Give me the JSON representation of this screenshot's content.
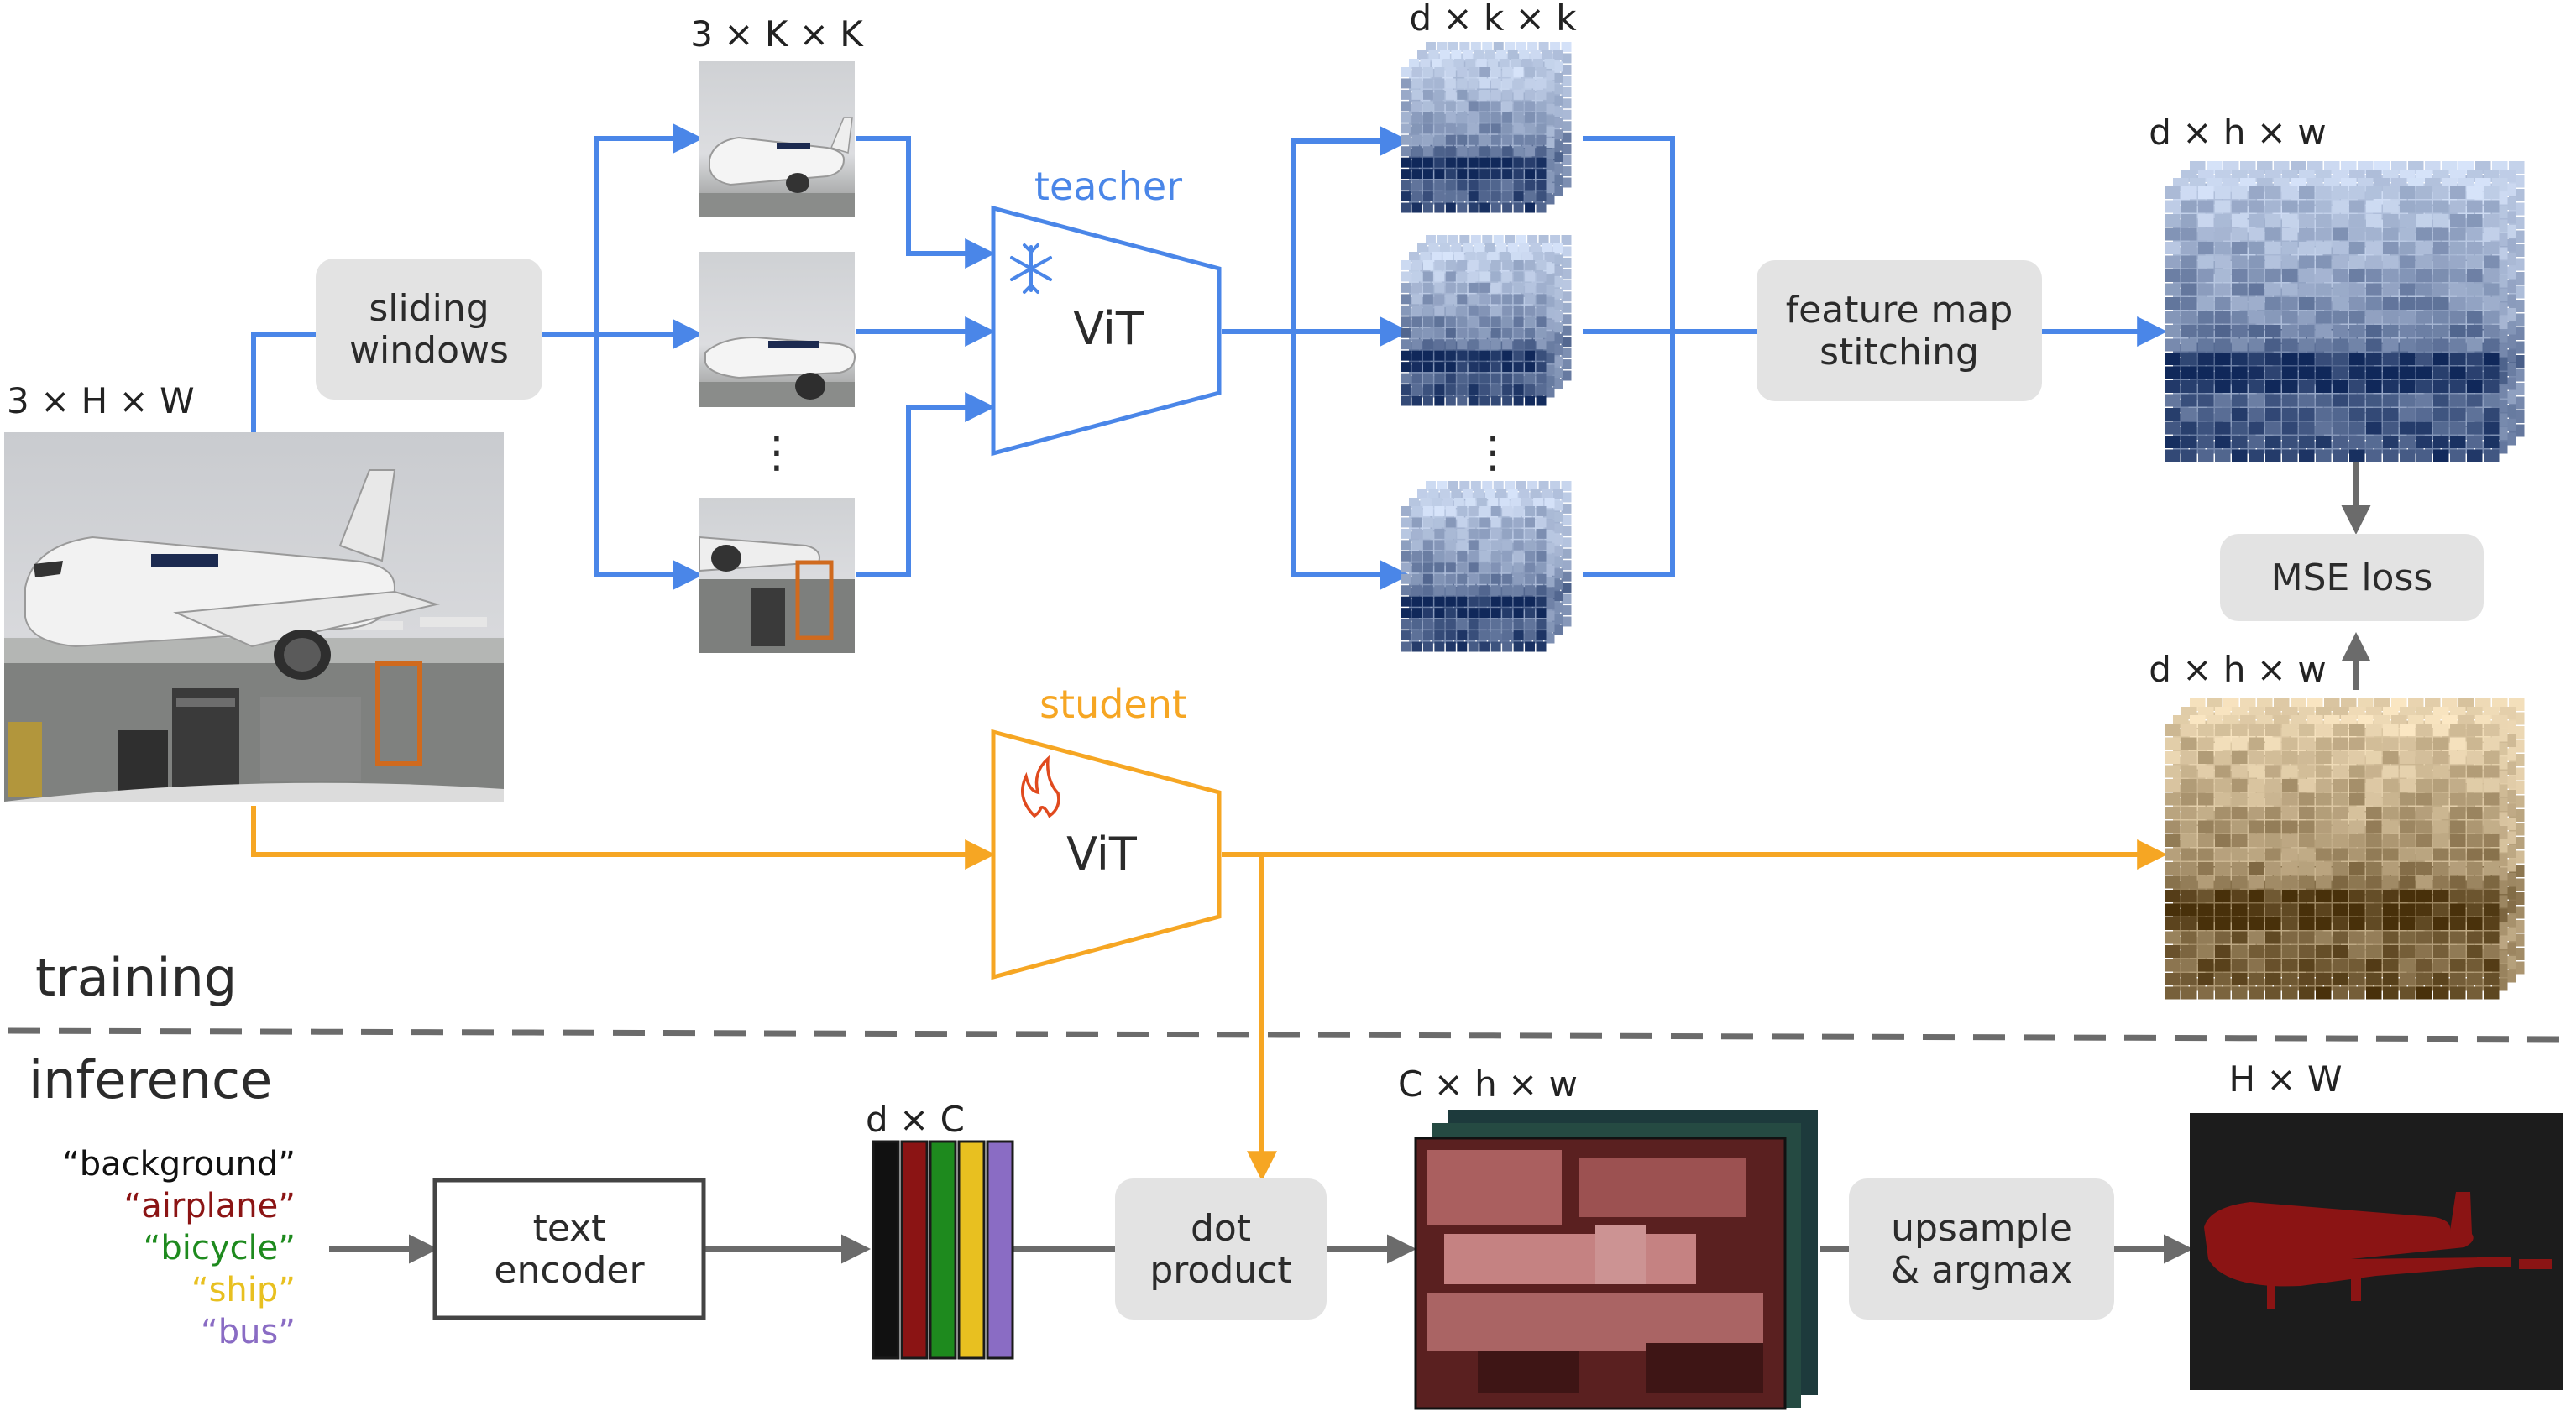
{
  "colors": {
    "blue": "#4a86e8",
    "orange": "#f6a623",
    "gray_arrow": "#6b6b6b",
    "box": "#e3e3e3",
    "text": "#2b2b2b"
  },
  "dims": {
    "input_image": "3 × H × W",
    "window": "3 × K × K",
    "window_features": "d × k × k",
    "teacher_map": "d × h × w",
    "student_map": "d × h × w",
    "text_embed": "d × C",
    "score_map": "C × h × w",
    "output_mask": "H × W"
  },
  "labels": {
    "sliding_windows": [
      "sliding",
      "windows"
    ],
    "teacher": "teacher",
    "student": "student",
    "vit": "ViT",
    "feature_stitching": [
      "feature map",
      "stitching"
    ],
    "mse_loss": "MSE loss",
    "training": "training",
    "inference": "inference",
    "text_encoder": [
      "text",
      "encoder"
    ],
    "dot_product": [
      "dot",
      "product"
    ],
    "upsample_argmax": [
      "upsample",
      "& argmax"
    ],
    "ellipsis": "⋮"
  },
  "classes": [
    {
      "text": "“background”",
      "color": "#111111"
    },
    {
      "text": "“airplane”",
      "color": "#8b1414"
    },
    {
      "text": "“bicycle”",
      "color": "#1e8a1e"
    },
    {
      "text": "“ship”",
      "color": "#e8c020"
    },
    {
      "text": "“bus”",
      "color": "#8a6cc4"
    }
  ],
  "icons": {
    "teacher_icon": "snowflake-icon",
    "student_icon": "flame-icon"
  }
}
